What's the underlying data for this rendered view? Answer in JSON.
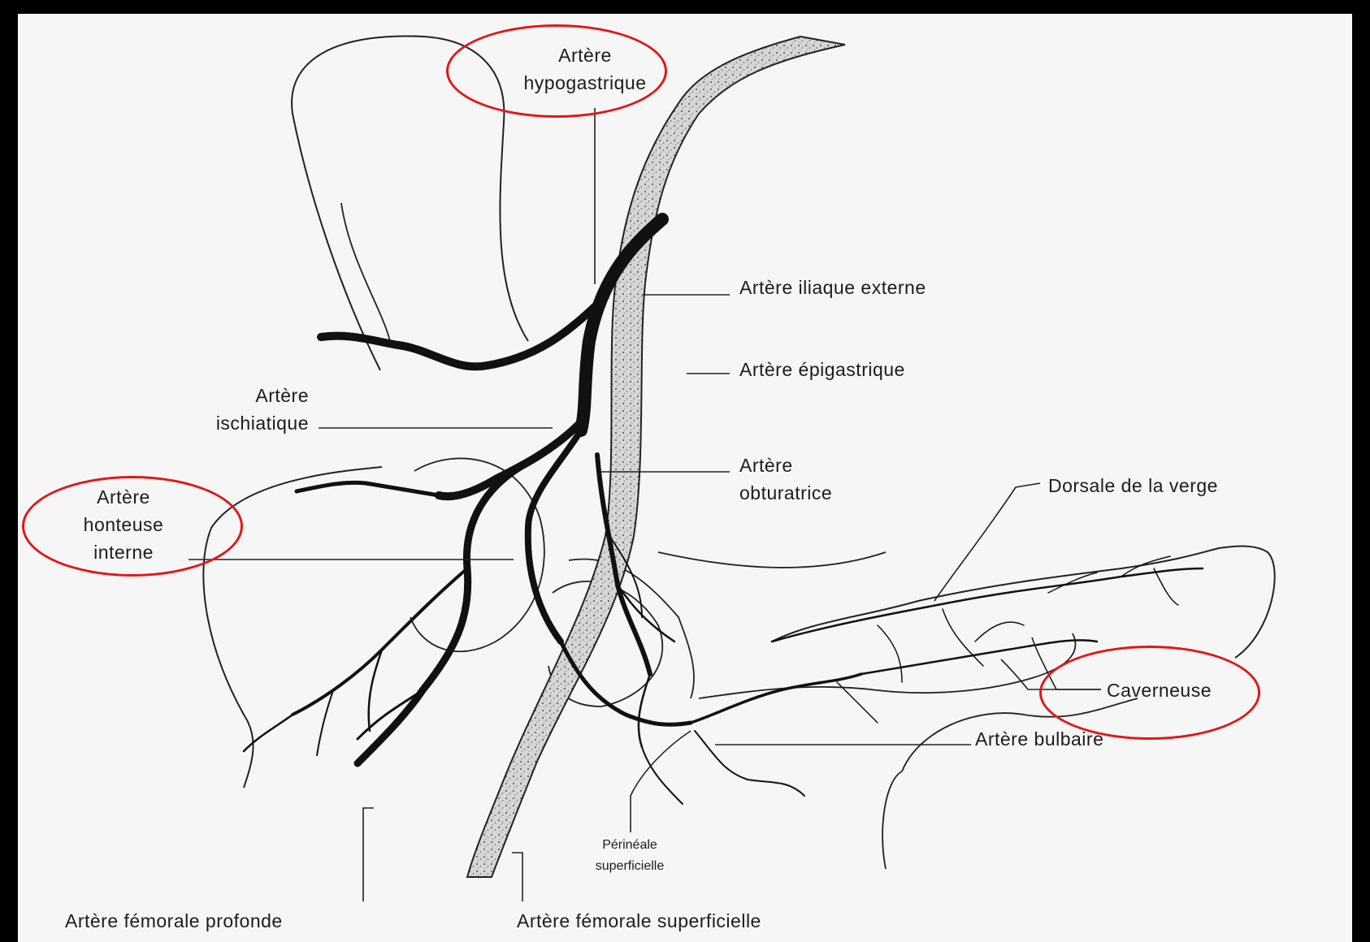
{
  "labels": {
    "hypogastrique": [
      "Artère",
      "hypogastrique"
    ],
    "iliaque_externe": "Artère iliaque externe",
    "epigastrique": "Artère épigastrique",
    "ischiatique": [
      "Artère",
      "ischiatique"
    ],
    "obturatrice": [
      "Artère",
      "obturatrice"
    ],
    "dorsale": "Dorsale de la verge",
    "honteuse": [
      "Artère",
      "honteuse",
      "interne"
    ],
    "caverneuse": "Caverneuse",
    "bulbaire": "Artère bulbaire",
    "perineale": [
      "Périnéale",
      "superficielle"
    ],
    "femorale_profonde": "Artère fémorale profonde",
    "femorale_superficielle": "Artère fémorale superficielle"
  },
  "highlights": {
    "color": "#e01818",
    "circled": [
      "Artère hypogastrique",
      "Artère honteuse interne",
      "Caverneuse"
    ]
  },
  "colors": {
    "background": "#000000",
    "paper": "#f6f6f6",
    "ink": "#1c1c1c"
  }
}
